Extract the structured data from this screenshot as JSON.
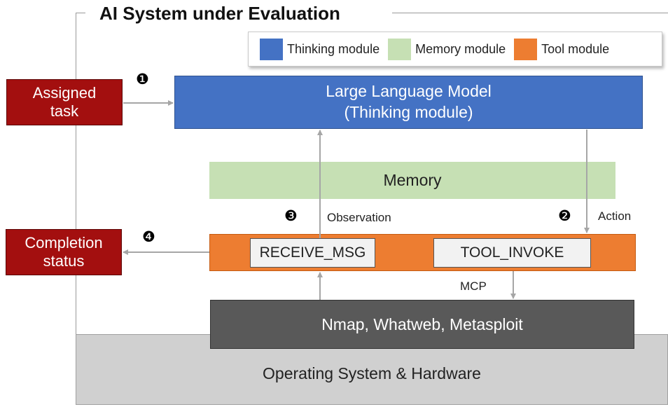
{
  "title": "AI System under Evaluation",
  "legend": {
    "items": [
      {
        "label": "Thinking module",
        "color": "#4472c4"
      },
      {
        "label": "Memory module",
        "color": "#c6e0b4"
      },
      {
        "label": "Tool module",
        "color": "#ed7d31"
      }
    ]
  },
  "boxes": {
    "assigned_task": {
      "line1": "Assigned",
      "line2": "task"
    },
    "completion_status": {
      "line1": "Completion",
      "line2": "status"
    },
    "llm": {
      "line1": "Large Language Model",
      "line2": "(Thinking module)"
    },
    "memory": "Memory",
    "receive_msg": "RECEIVE_MSG",
    "tool_invoke": "TOOL_INVOKE",
    "tools": "Nmap, Whatweb, Metasploit",
    "os_hardware": "Operating System & Hardware"
  },
  "labels": {
    "observation": "Observation",
    "action": "Action",
    "mcp": "MCP"
  },
  "steps": {
    "one": "❶",
    "two": "❷",
    "three": "❸",
    "four": "❹"
  }
}
